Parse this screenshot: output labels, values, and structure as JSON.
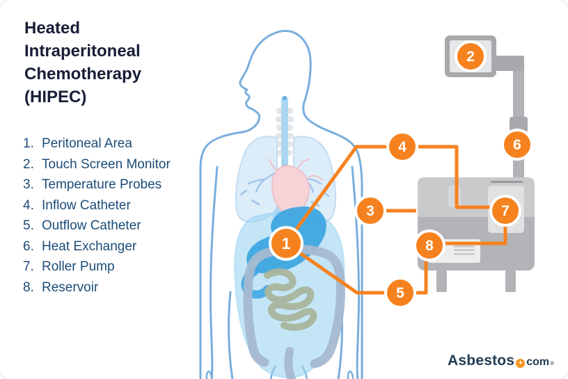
{
  "title": {
    "lines": [
      "Heated",
      "Intraperitoneal",
      "Chemotherapy",
      "(HIPEC)"
    ]
  },
  "legend": {
    "items": [
      {
        "num": "1.",
        "label": "Peritoneal Area"
      },
      {
        "num": "2.",
        "label": "Touch Screen Monitor"
      },
      {
        "num": "3.",
        "label": "Temperature Probes"
      },
      {
        "num": "4.",
        "label": "Inflow Catheter"
      },
      {
        "num": "5.",
        "label": "Outflow Catheter"
      },
      {
        "num": "6.",
        "label": "Heat Exchanger"
      },
      {
        "num": "7.",
        "label": "Roller Pump"
      },
      {
        "num": "8.",
        "label": "Reservoir"
      }
    ]
  },
  "callouts": [
    {
      "num": "1"
    },
    {
      "num": "2"
    },
    {
      "num": "3"
    },
    {
      "num": "4"
    },
    {
      "num": "5"
    },
    {
      "num": "6"
    },
    {
      "num": "7"
    },
    {
      "num": "8"
    }
  ],
  "logo": {
    "brand": "Asbestos",
    "plus": "+",
    "tld": "com",
    "registered": "®"
  },
  "colors": {
    "accent_orange": "#F5821F",
    "title_navy": "#171E36",
    "legend_blue": "#1B4B77",
    "body_outline_blue": "#79AEDE",
    "logo_navy": "#223C55"
  }
}
